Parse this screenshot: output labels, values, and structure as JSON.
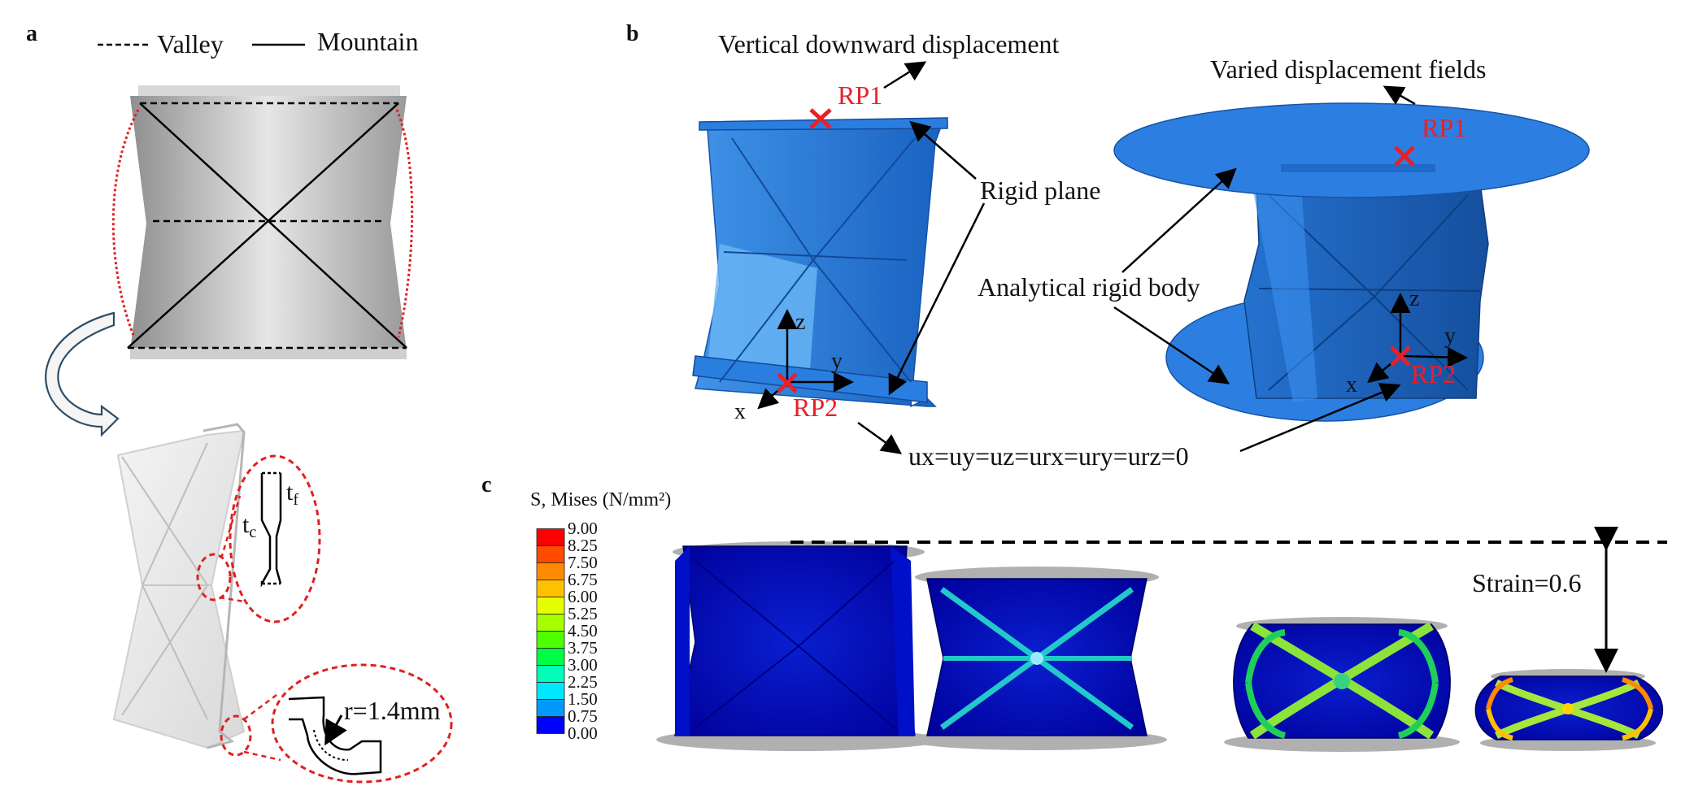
{
  "panel_a": {
    "label": "a",
    "legend": {
      "valley": "Valley",
      "mountain": "Mountain"
    },
    "tc": "t",
    "tc_sub": "c",
    "tf": "t",
    "tf_sub": "f",
    "radius": "r=1.4mm"
  },
  "panel_b": {
    "label": "b",
    "vertical_disp": "Vertical downward displacement",
    "varied_disp": "Varied displacement fields",
    "rigid_plane": "Rigid plane",
    "analytical": "Analytical rigid body",
    "rp1": "RP1",
    "rp2": "RP2",
    "bc": "ux=uy=uz=urx=ury=urz=0",
    "axis_x": "x",
    "axis_y": "y",
    "axis_z": "z"
  },
  "panel_c": {
    "label": "c",
    "colorbar_title": "S, Mises (N/mm²)",
    "strain": "Strain=0.6",
    "colorbar": [
      {
        "value": "9.00",
        "color": "#ff0000"
      },
      {
        "value": "8.25",
        "color": "#ff4a00"
      },
      {
        "value": "7.50",
        "color": "#ff8c00"
      },
      {
        "value": "6.75",
        "color": "#ffc000"
      },
      {
        "value": "6.00",
        "color": "#e6ff00"
      },
      {
        "value": "5.25",
        "color": "#a6ff00"
      },
      {
        "value": "4.50",
        "color": "#4dff00"
      },
      {
        "value": "3.75",
        "color": "#00ff44"
      },
      {
        "value": "3.00",
        "color": "#00ffbb"
      },
      {
        "value": "2.25",
        "color": "#00e8ff"
      },
      {
        "value": "1.50",
        "color": "#0099ff"
      },
      {
        "value": "0.75",
        "color": "#0044ff"
      },
      {
        "value": "0.00",
        "color": "#0000ff"
      }
    ]
  }
}
